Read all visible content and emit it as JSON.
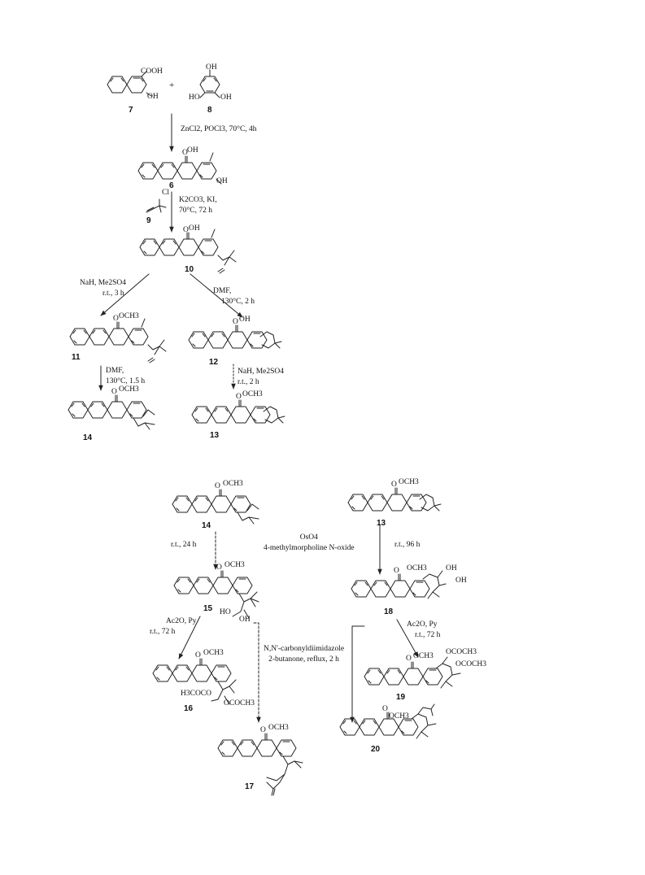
{
  "compounds": {
    "c7": {
      "number": "7",
      "groups": [
        "COOH",
        "OH"
      ]
    },
    "c8": {
      "number": "8",
      "groups": [
        "OH",
        "HO",
        "OH"
      ]
    },
    "c6": {
      "number": "6",
      "groups": [
        "O",
        "OH",
        "OH"
      ]
    },
    "c9": {
      "number": "9",
      "groups": [
        "Cl"
      ]
    },
    "c10": {
      "number": "10",
      "groups": [
        "O",
        "OH"
      ]
    },
    "c11": {
      "number": "11",
      "groups": [
        "O",
        "OCH3"
      ]
    },
    "c12": {
      "number": "12",
      "groups": [
        "O",
        "OH"
      ]
    },
    "c14": {
      "number": "14",
      "groups": [
        "O",
        "OCH3"
      ]
    },
    "c13": {
      "number": "13",
      "groups": [
        "O",
        "OCH3"
      ]
    },
    "c14b": {
      "number": "14",
      "groups": [
        "O",
        "OCH3"
      ]
    },
    "c13b": {
      "number": "13",
      "groups": [
        "O",
        "OCH3"
      ]
    },
    "c15": {
      "number": "15",
      "groups": [
        "O",
        "OCH3",
        "HO",
        "OH"
      ]
    },
    "c18": {
      "number": "18",
      "groups": [
        "O",
        "OCH3",
        "OH",
        "OH"
      ]
    },
    "c16": {
      "number": "16",
      "groups": [
        "O",
        "OCH3",
        "H3COCO",
        "OCOCH3"
      ]
    },
    "c19": {
      "number": "19",
      "groups": [
        "O",
        "OCH3",
        "OCOCH3",
        "OCOCH3"
      ]
    },
    "c17": {
      "number": "17",
      "groups": [
        "O",
        "OCH3"
      ]
    },
    "c20": {
      "number": "20",
      "groups": [
        "O",
        "OCH3"
      ]
    }
  },
  "plus_sign": "+",
  "conditions": {
    "step_7_8_to_6": {
      "line1": "ZnCl2, POCl3, 70°C, 4h"
    },
    "step_6_to_10": {
      "line1": "K2CO3, KI,",
      "line2": "70°C, 72 h"
    },
    "step_10_to_11": {
      "line1": "NaH, Me2SO4",
      "line2": "r.t., 3 h"
    },
    "step_10_to_12": {
      "line1": "DMF,",
      "line2": "130°C, 2 h"
    },
    "step_11_to_14": {
      "line1": "DMF,",
      "line2": "130°C, 1.5 h"
    },
    "step_12_to_13": {
      "line1": "NaH, Me2SO4",
      "line2": "r.t., 2 h"
    },
    "step_14_to_15": {
      "line1": "r.t., 24 h"
    },
    "step_13_to_18": {
      "line1": "r.t., 96 h"
    },
    "oxidation_reagent": {
      "line1": "OsO4",
      "line2": "4-methylmorpholine N-oxide"
    },
    "step_15_to_16": {
      "line1": "Ac2O, Py",
      "line2": "r.t., 72 h"
    },
    "step_18_to_19": {
      "line1": "Ac2O, Py",
      "line2": "r.t., 72 h"
    },
    "carbonylation_reagent": {
      "line1": "N,N'-carbonyldiimidazole",
      "line2": "2-butanone, reflux, 2 h"
    }
  }
}
